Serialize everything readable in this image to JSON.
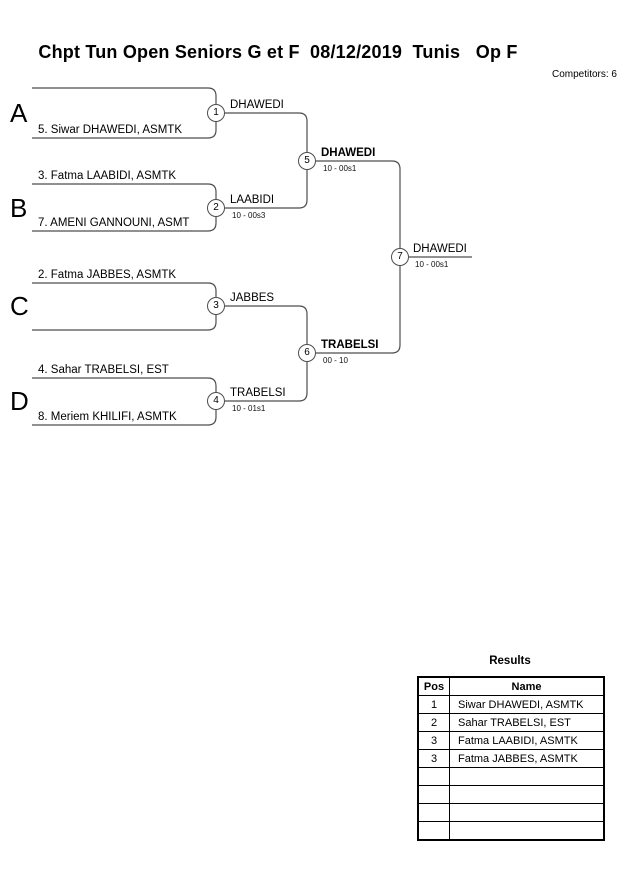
{
  "header": {
    "title": "Chpt Tun Open Seniors G et F  08/12/2019  Tunis   Op F",
    "competitors_label": "Competitors: 6"
  },
  "bracket": {
    "groups": [
      {
        "letter": "A",
        "top_player": "",
        "bottom_player": "5. Siwar DHAWEDI, ASMTK"
      },
      {
        "letter": "B",
        "top_player": "3. Fatma LAABIDI, ASMTK",
        "bottom_player": "7. AMENI GANNOUNI, ASMT"
      },
      {
        "letter": "C",
        "top_player": "2. Fatma JABBES, ASMTK",
        "bottom_player": ""
      },
      {
        "letter": "D",
        "top_player": "4. Sahar TRABELSI, EST",
        "bottom_player": "8. Meriem KHILIFI, ASMTK"
      }
    ],
    "matches": [
      {
        "number": "1",
        "winner": "DHAWEDI",
        "score": ""
      },
      {
        "number": "2",
        "winner": "LAABIDI",
        "score": "10 - 00s3"
      },
      {
        "number": "3",
        "winner": "JABBES",
        "score": ""
      },
      {
        "number": "4",
        "winner": "TRABELSI",
        "score": "10 - 01s1"
      },
      {
        "number": "5",
        "winner": "DHAWEDI",
        "score": "10 - 00s1"
      },
      {
        "number": "6",
        "winner": "TRABELSI",
        "score": "00 - 10"
      },
      {
        "number": "7",
        "winner": "DHAWEDI",
        "score": "10 - 00s1"
      }
    ]
  },
  "results": {
    "title": "Results",
    "columns": {
      "pos": "Pos",
      "name": "Name"
    },
    "rows": [
      {
        "pos": "1",
        "name": "Siwar DHAWEDI, ASMTK"
      },
      {
        "pos": "2",
        "name": "Sahar TRABELSI, EST"
      },
      {
        "pos": "3",
        "name": "Fatma LAABIDI, ASMTK"
      },
      {
        "pos": "3",
        "name": "Fatma JABBES, ASMTK"
      },
      {
        "pos": "",
        "name": ""
      },
      {
        "pos": "",
        "name": ""
      },
      {
        "pos": "",
        "name": ""
      },
      {
        "pos": "",
        "name": ""
      }
    ]
  },
  "colors": {
    "line": "#4d4d4d",
    "text": "#000000",
    "background": "#ffffff"
  }
}
